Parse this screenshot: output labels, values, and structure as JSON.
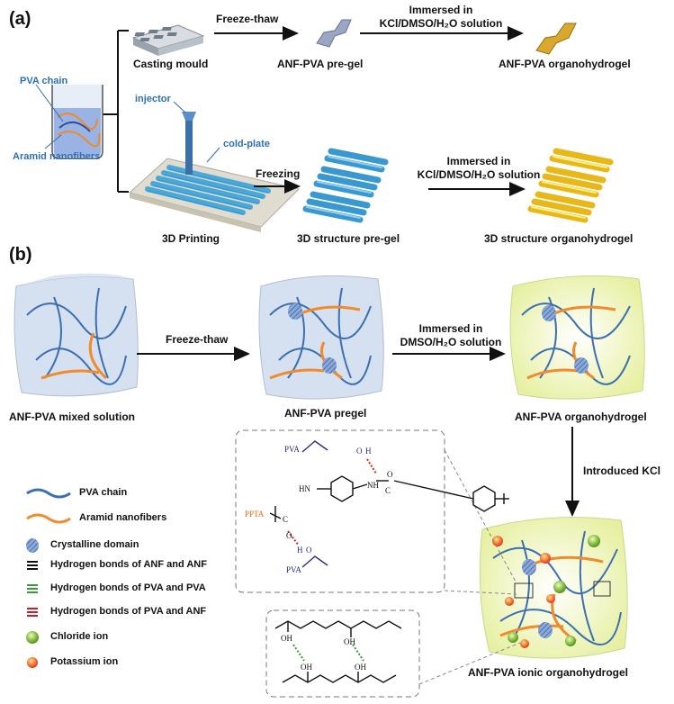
{
  "panel_a": {
    "label": "(a)",
    "beaker": {
      "pva_chain": "PVA chain",
      "aramid": "Aramid nanofibers"
    },
    "row1": {
      "mould": "Casting mould",
      "step1": "Freeze-thaw",
      "pregel": "ANF-PVA pre-gel",
      "step2_line1": "Immersed in",
      "step2_line2": "KCl/DMSO/H₂O solution",
      "product": "ANF-PVA organohydrogel"
    },
    "row2": {
      "injector": "injector",
      "cold_plate": "cold-plate",
      "printing": "3D Printing",
      "step1": "Freezing",
      "pregel": "3D structure pre-gel",
      "step2_line1": "Immersed in",
      "step2_line2": "KCl/DMSO/H₂O solution",
      "product": "3D structure organohydrogel"
    }
  },
  "panel_b": {
    "label": "(b)",
    "mixed_solution": "ANF-PVA mixed solution",
    "step1": "Freeze-thaw",
    "pregel": "ANF-PVA pregel",
    "step2_line1": "Immersed in",
    "step2_line2": "DMSO/H₂O solution",
    "organohydrogel": "ANF-PVA organohydrogel",
    "step3": "Introduced KCl",
    "ionic": "ANF-PVA ionic organohydrogel",
    "chem": {
      "pva": "PVA",
      "ppta": "PPTA",
      "oh": "O",
      "h": "H",
      "hn": "HN",
      "nh": "NH",
      "c": "C",
      "o": "O",
      "oh_label": "OH"
    },
    "legend": [
      {
        "label": "PVA chain",
        "icon": "wavy-blue-line-icon"
      },
      {
        "label": "Aramid nanofibers",
        "icon": "wavy-orange-line-icon"
      },
      {
        "label": "Crystalline domain",
        "icon": "crystalline-domain-icon"
      },
      {
        "label": "Hydrogen bonds of ANF and ANF",
        "icon": "black-dash-icon"
      },
      {
        "label": "Hydrogen bonds of PVA and PVA",
        "icon": "green-dash-icon"
      },
      {
        "label": "Hydrogen bonds of PVA and ANF",
        "icon": "red-dash-icon"
      },
      {
        "label": "Chloride ion",
        "icon": "green-sphere-icon"
      },
      {
        "label": "Potassium ion",
        "icon": "orange-sphere-icon"
      }
    ]
  },
  "colors": {
    "pva": "#3b6fb0",
    "aramid": "#f08a2a",
    "hbond_pva": "#3a9a3a",
    "hbond_anf": "#c0202a",
    "chloride": "#7ab82e",
    "potassium": "#f06a1a",
    "printed": "#4aa8d8",
    "gold": "#f0c020"
  }
}
